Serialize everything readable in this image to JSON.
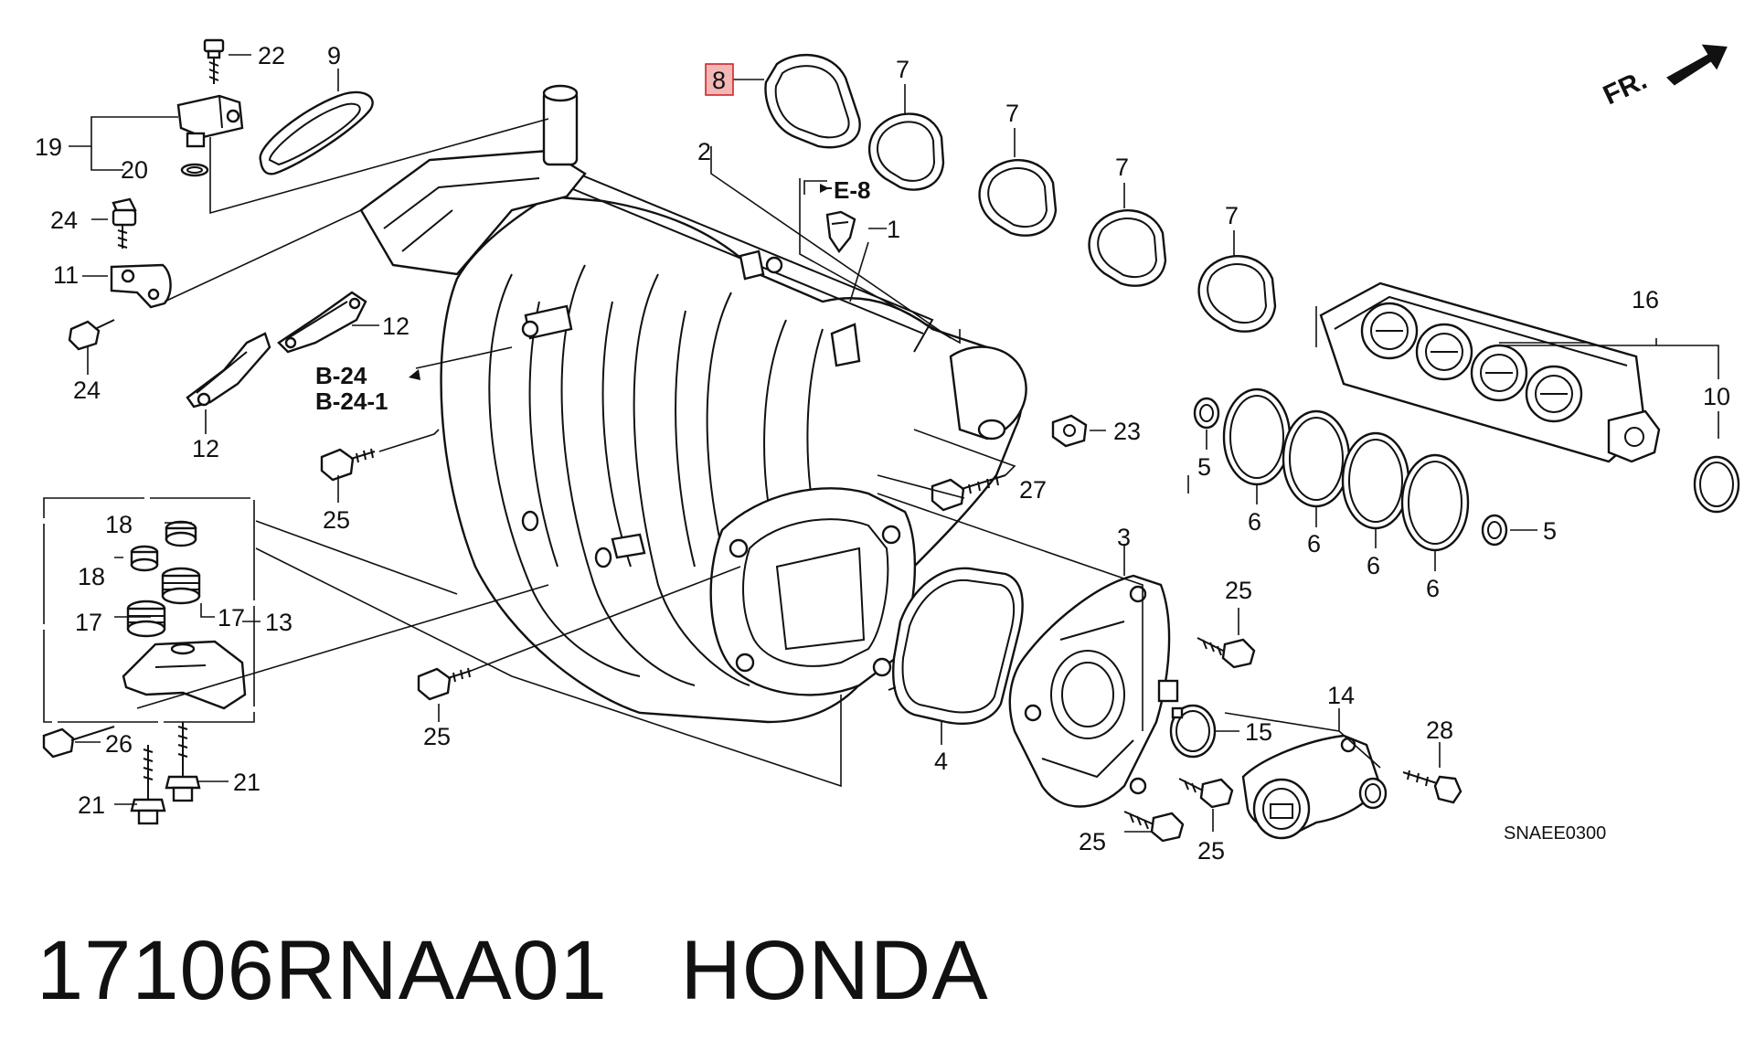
{
  "labels": {
    "l1": "1",
    "l2": "2",
    "l3": "3",
    "l4": "4",
    "l5a": "5",
    "l5b": "5",
    "l6a": "6",
    "l6b": "6",
    "l6c": "6",
    "l6d": "6",
    "l7a": "7",
    "l7b": "7",
    "l7c": "7",
    "l7d": "7",
    "l8": "8",
    "l9": "9",
    "l10": "10",
    "l11": "11",
    "l12a": "12",
    "l12b": "12",
    "l13": "13",
    "l14": "14",
    "l15": "15",
    "l16": "16",
    "l17a": "17",
    "l17b": "17",
    "l18a": "18",
    "l18b": "18",
    "l19": "19",
    "l20": "20",
    "l21a": "21",
    "l21b": "21",
    "l22": "22",
    "l23": "23",
    "l24a": "24",
    "l24b": "24",
    "l25a": "25",
    "l25b": "25",
    "l25c": "25",
    "l25d": "25",
    "l25e": "25",
    "l26": "26",
    "l27": "27",
    "l28": "28"
  },
  "refs": {
    "e8": "E-8",
    "b24": "B-24",
    "b241": "B-24-1"
  },
  "front_marker": "FR.",
  "diagram_code": "SNAEE0300",
  "caption": {
    "part_number": "17106RNAA01",
    "brand": "HONDA"
  },
  "highlight_color": "#f3b7b7",
  "highlight_border": "#d42424"
}
